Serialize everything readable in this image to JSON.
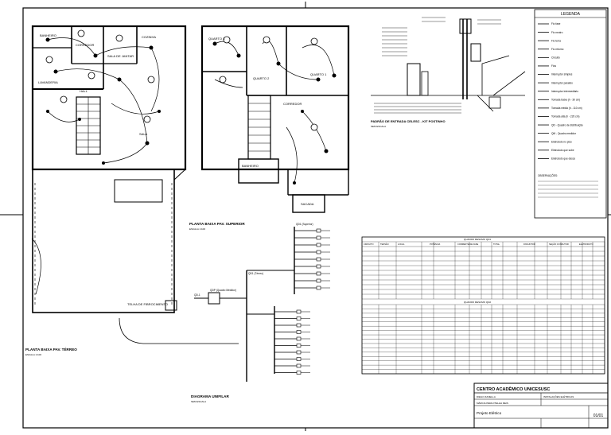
{
  "ground_plan": {
    "title": "PLANTA BAIXA PAV. TÉRREO",
    "scale": "ESCALA 1:100",
    "rooms": [
      "BANHEIRO",
      "CORREDOR",
      "LAVANDERIA",
      "SALA DE JANTAR",
      "COZINHA",
      "SALA",
      "HALL",
      "TELHA DE FIBROCIMENTO"
    ]
  },
  "upper_plan": {
    "title": "PLANTA BAIXA PAV. SUPERIOR",
    "scale": "ESCALA 1:100",
    "rooms": [
      "QUARTO 3",
      "QUARTO 2",
      "QUARTO 1",
      "CORREDOR",
      "BANHEIRO",
      "SACADA"
    ]
  },
  "entry": {
    "title": "PADRÃO DE ENTRADA CELESC - KIT POSTINHO",
    "scale": "SEM ESCALA"
  },
  "unifilar": {
    "title": "DIAGRAMA UNIFILAR",
    "scale": "SEM ESCALA",
    "labels": [
      "QD1 (Superior)",
      "QD1 (Térreo)",
      "QDP (Quadro Medidor)",
      "QD-1"
    ]
  },
  "legend": {
    "title": "LEGENDA",
    "items": [
      "Fio fase",
      "Fio neutro",
      "Fio terra",
      "Fio retorno",
      "Circuito",
      "Fios",
      "Interruptor simples",
      "Interruptor paralelo",
      "Interruptor intermediário",
      "Tomada baixa (h - 30 cm)",
      "Tomada média (h - 110 cm)",
      "Tomada alta (h - 220 cm)",
      "QD - Quadro de distribuição",
      "QM - Quadro medidor",
      "Eletroduto no piso",
      "Eletroduto que sobe",
      "Eletroduto que desce"
    ],
    "notes_title": "OBSERVAÇÕES:"
  },
  "table": {
    "title_1": "QUADRO RESUMO QD1",
    "title_2": "QUADRO RESUMO QD2",
    "headers": [
      "CIRCUITO",
      "TENSÃO",
      "LOCAL",
      "POTÊNCIA",
      "CORRENTE DE FASE",
      "TOTAL",
      "DISJUNTOR",
      "SEÇÃO CONDUTOR",
      "ELETRODUTO"
    ]
  },
  "title_block": {
    "institution": "CENTRO ACADÊMICO UNICESUSC",
    "line1": "DIEGO ZANELLA",
    "line2": "INSTALAÇÕES ELÉTRICAS",
    "line3": "MÁRCIA PERLOTELHA REIS",
    "project": "Projeto Elétrico",
    "sheet": "01/01"
  }
}
